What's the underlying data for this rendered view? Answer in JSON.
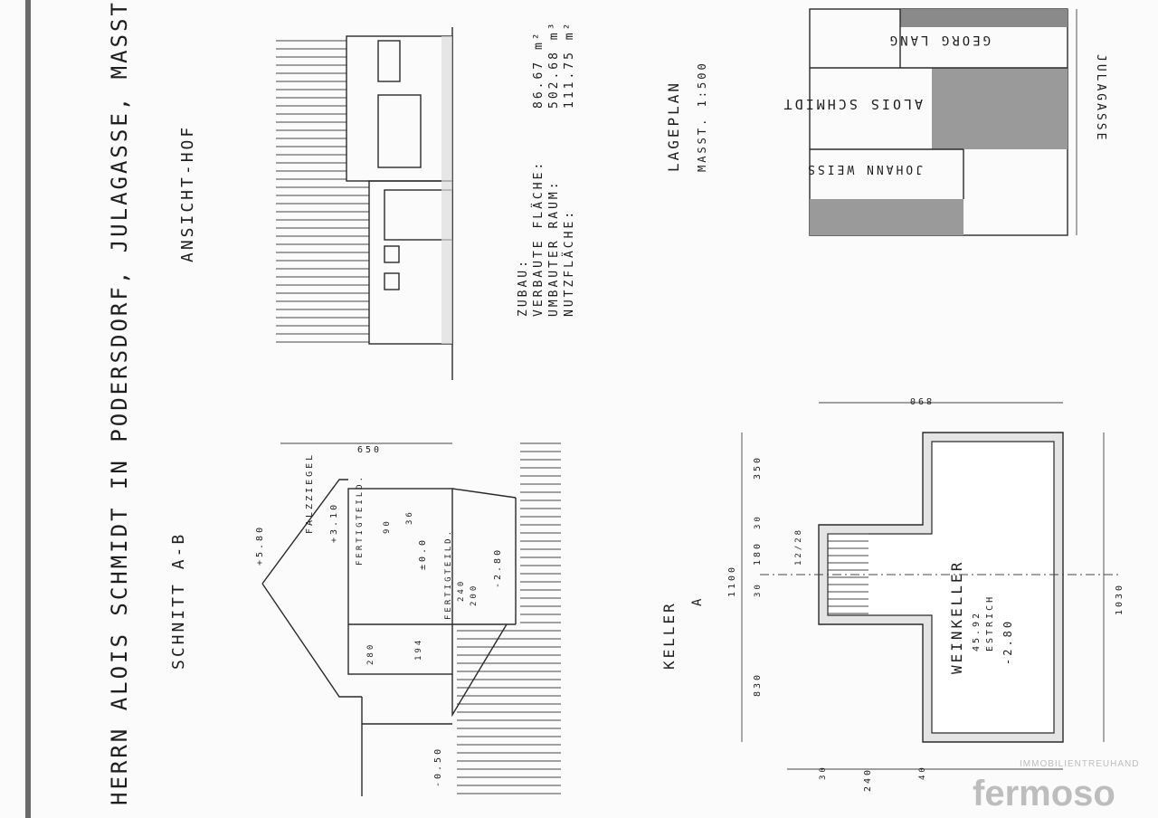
{
  "title": "HERRN ALOIS SCHMIDT IN PODERSDORF, JULAGASSE, MASST",
  "views": {
    "section": "SCHNITT A-B",
    "elevation": "ANSICHT-HOF",
    "site_plan": "LAGEPLAN",
    "site_scale": "MASST. 1:500",
    "cellar": "KELLER",
    "cellar_mark": "A",
    "wine_cellar": "WEINKELLER",
    "wine_cellar_area": "45.92",
    "wine_cellar_floor": "ESTRICH",
    "wine_cellar_level": "-2.80"
  },
  "areas": {
    "heading": "ZUBAU:",
    "rows": [
      {
        "label": "VERBAUTE FLÄCHE:",
        "value": "86.67 m²"
      },
      {
        "label": "UMBAUTER RAUM:",
        "value": "502.68 m³"
      },
      {
        "label": "NUTZFLÄCHE:",
        "value": "111.75 m²"
      }
    ]
  },
  "site": {
    "owners": [
      "GEORG LANG",
      "ALOIS SCHMIDT",
      "JOHANN WEISS"
    ],
    "street": "JULAGASSE"
  },
  "section_labels": {
    "roof": "FALZZIEGEL",
    "top_level": "+5.80",
    "mid_level": "+3.10",
    "ground_level": "±0.0",
    "cellar_level": "-2.80",
    "outside_level": "-0.50",
    "slab1": "FERTIGTEILD.",
    "slab2": "FERTIGTEILD.",
    "height": "650",
    "dims": [
      "280",
      "194",
      "240",
      "200",
      "90",
      "36"
    ]
  },
  "cellar_dims": {
    "top": "890",
    "left_total": "1100",
    "right_total": "1030",
    "left_parts": [
      "350",
      "30",
      "180",
      "30",
      "830"
    ],
    "bottom_parts": [
      "30",
      "240",
      "40"
    ],
    "stairs": "12/28"
  },
  "watermark": {
    "brand": "fermoso",
    "tagline": "IMMOBILIENTREUHAND"
  }
}
